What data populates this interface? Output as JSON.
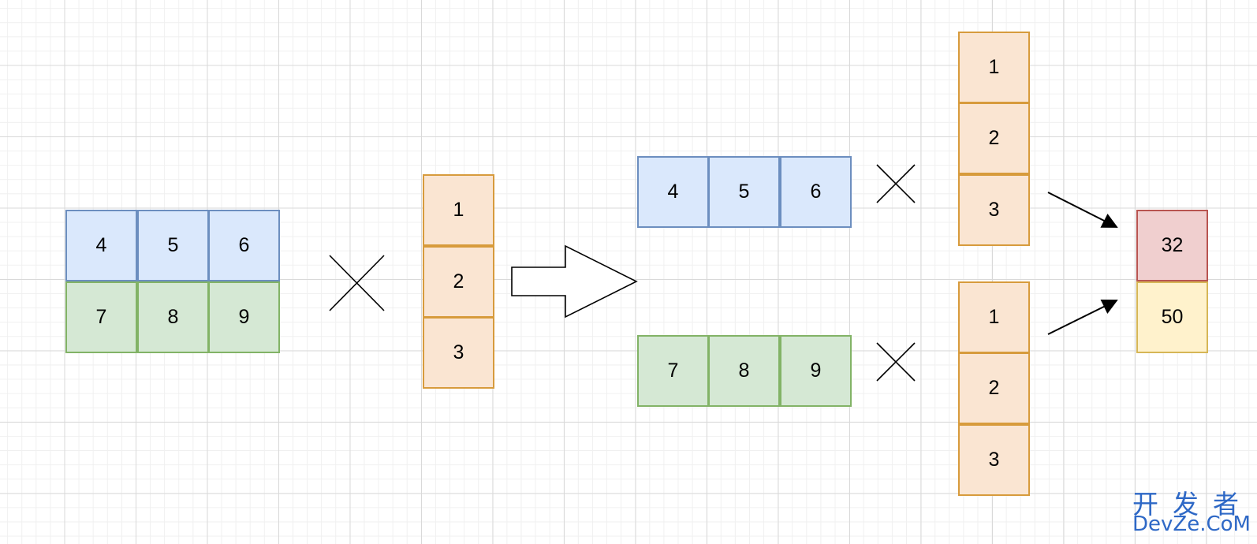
{
  "left_matrix": {
    "rows": [
      [
        "4",
        "5",
        "6"
      ],
      [
        "7",
        "8",
        "9"
      ]
    ]
  },
  "left_vector": [
    "1",
    "2",
    "3"
  ],
  "right_top_row": [
    "4",
    "5",
    "6"
  ],
  "right_bottom_row": [
    "7",
    "8",
    "9"
  ],
  "right_top_vector": [
    "1",
    "2",
    "3"
  ],
  "right_bottom_vector": [
    "1",
    "2",
    "3"
  ],
  "result": [
    "32",
    "50"
  ],
  "colors": {
    "blue_fill": "#dae8fc",
    "blue_border": "#6c8ebf",
    "green_fill": "#d5e8d4",
    "green_border": "#82b366",
    "orange_fill": "#fae5d2",
    "orange_border": "#d79b3c",
    "red_fill": "#f0cfcf",
    "red_border": "#b85450",
    "yellow_fill": "#fff2cc",
    "yellow_border": "#d6b656",
    "watermark": "#2e68c6"
  },
  "watermark": {
    "chinese": "开发者",
    "latin": "DevZe.CoM"
  }
}
